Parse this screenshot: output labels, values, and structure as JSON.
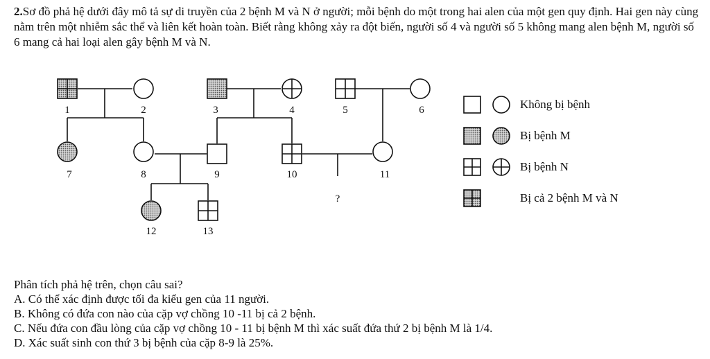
{
  "question": {
    "number": "2.",
    "text": "Sơ đồ phả hệ dưới đây mô tả sự di truyền của 2 bệnh M và N ở người; mỗi bệnh do một trong hai alen của một gen quy định. Hai gen này cùng nằm trên một nhiễm sắc thể và liên kết hoàn toàn. Biết rằng không xảy ra đột biến, người số 4 và người số 5 không mang alen bệnh M, người số 6 mang cả hai loại alen gây bệnh M và N."
  },
  "pedigree": {
    "individuals": [
      {
        "id": "1",
        "sex": "male",
        "phenotype": "both"
      },
      {
        "id": "2",
        "sex": "female",
        "phenotype": "normal"
      },
      {
        "id": "3",
        "sex": "male",
        "phenotype": "M"
      },
      {
        "id": "4",
        "sex": "female",
        "phenotype": "N"
      },
      {
        "id": "5",
        "sex": "male",
        "phenotype": "N"
      },
      {
        "id": "6",
        "sex": "female",
        "phenotype": "normal"
      },
      {
        "id": "7",
        "sex": "female",
        "phenotype": "M"
      },
      {
        "id": "8",
        "sex": "female",
        "phenotype": "normal"
      },
      {
        "id": "9",
        "sex": "male",
        "phenotype": "normal"
      },
      {
        "id": "10",
        "sex": "male",
        "phenotype": "N"
      },
      {
        "id": "11",
        "sex": "female",
        "phenotype": "normal"
      },
      {
        "id": "12",
        "sex": "female",
        "phenotype": "M"
      },
      {
        "id": "13",
        "sex": "male",
        "phenotype": "N"
      }
    ],
    "unknown_child_label": "?"
  },
  "legend": {
    "items": [
      {
        "label": "Không bị bệnh",
        "phenotype": "normal",
        "shapes": [
          "male",
          "female"
        ]
      },
      {
        "label": "Bị bệnh M",
        "phenotype": "M",
        "shapes": [
          "male",
          "female"
        ]
      },
      {
        "label": "Bị bệnh N",
        "phenotype": "N",
        "shapes": [
          "male",
          "female"
        ]
      },
      {
        "label": "Bị cả 2 bệnh M và N",
        "phenotype": "both",
        "shapes": [
          "male"
        ]
      }
    ]
  },
  "analysis": {
    "prompt": "Phân tích phả hệ trên, chọn câu sai?",
    "options": [
      "A. Có thể xác định được tối đa kiểu gen của 11 người.",
      "B. Không có đứa con nào của cặp vợ chồng 10 -11 bị cả 2 bệnh.",
      "C. Nếu đứa con đầu lòng của cặp vợ chồng 10 - 11 bị bệnh M thì xác suất đứa thứ 2 bị bệnh M là 1/4.",
      "D. Xác suất sinh con thứ 3 bị bệnh của cặp 8-9 là 25%."
    ]
  },
  "colors": {
    "ink": "#111111",
    "dotted_fill": "#b8b8b8",
    "background": "#ffffff"
  }
}
